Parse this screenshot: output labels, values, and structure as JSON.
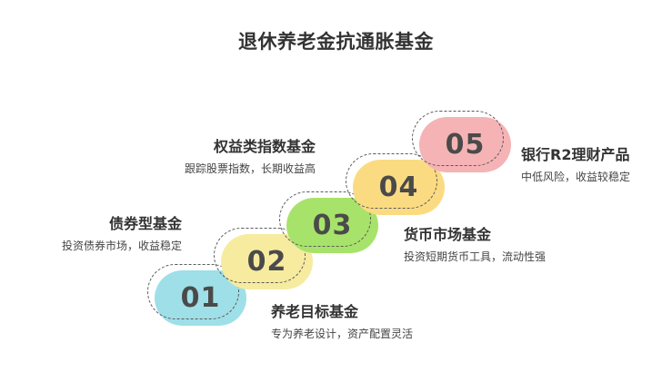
{
  "title": "退休养老金抗通胀基金",
  "steps": [
    {
      "number": "01",
      "color": "#9fdfe8",
      "heading": "养老目标基金",
      "description": "专为养老设计，资产配置灵活"
    },
    {
      "number": "02",
      "color": "#f7eba0",
      "heading": "债券型基金",
      "description": "投资债券市场，收益稳定"
    },
    {
      "number": "03",
      "color": "#a7e36a",
      "heading": "货币市场基金",
      "description": "投资短期货币工具，流动性强"
    },
    {
      "number": "04",
      "color": "#fbdb82",
      "heading": "权益类指数基金",
      "description": "跟踪股票指数，长期收益高"
    },
    {
      "number": "05",
      "color": "#f5b3b5",
      "heading": "银行R2理财产品",
      "description": "中低风险，收益较稳定"
    }
  ]
}
